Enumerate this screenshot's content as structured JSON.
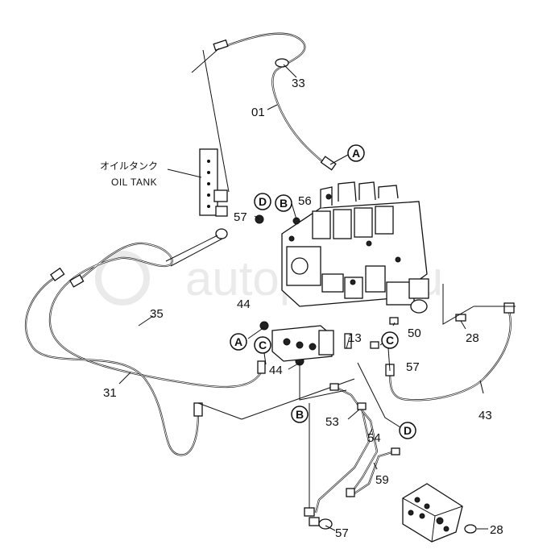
{
  "watermark": "autoparts.ru",
  "oil_tank": {
    "label_jp": "オイルタンク",
    "label_en": "OIL TANK"
  },
  "part_numbers": {
    "p01": "01",
    "p33": "33",
    "p56": "56",
    "p57_a": "57",
    "p44_a": "44",
    "p35": "35",
    "p31": "31",
    "p13": "13",
    "p50": "50",
    "p28_a": "28",
    "p57_b": "57",
    "p44_b": "44",
    "p43": "43",
    "p53": "53",
    "p54": "54",
    "p59": "59",
    "p57_c": "57",
    "p28_b": "28"
  },
  "connection_markers": {
    "a_top": "A",
    "d_top": "D",
    "b_top": "B",
    "a_left": "A",
    "c_left": "C",
    "c_right": "C",
    "b_bottom": "B",
    "d_bottom": "D"
  }
}
